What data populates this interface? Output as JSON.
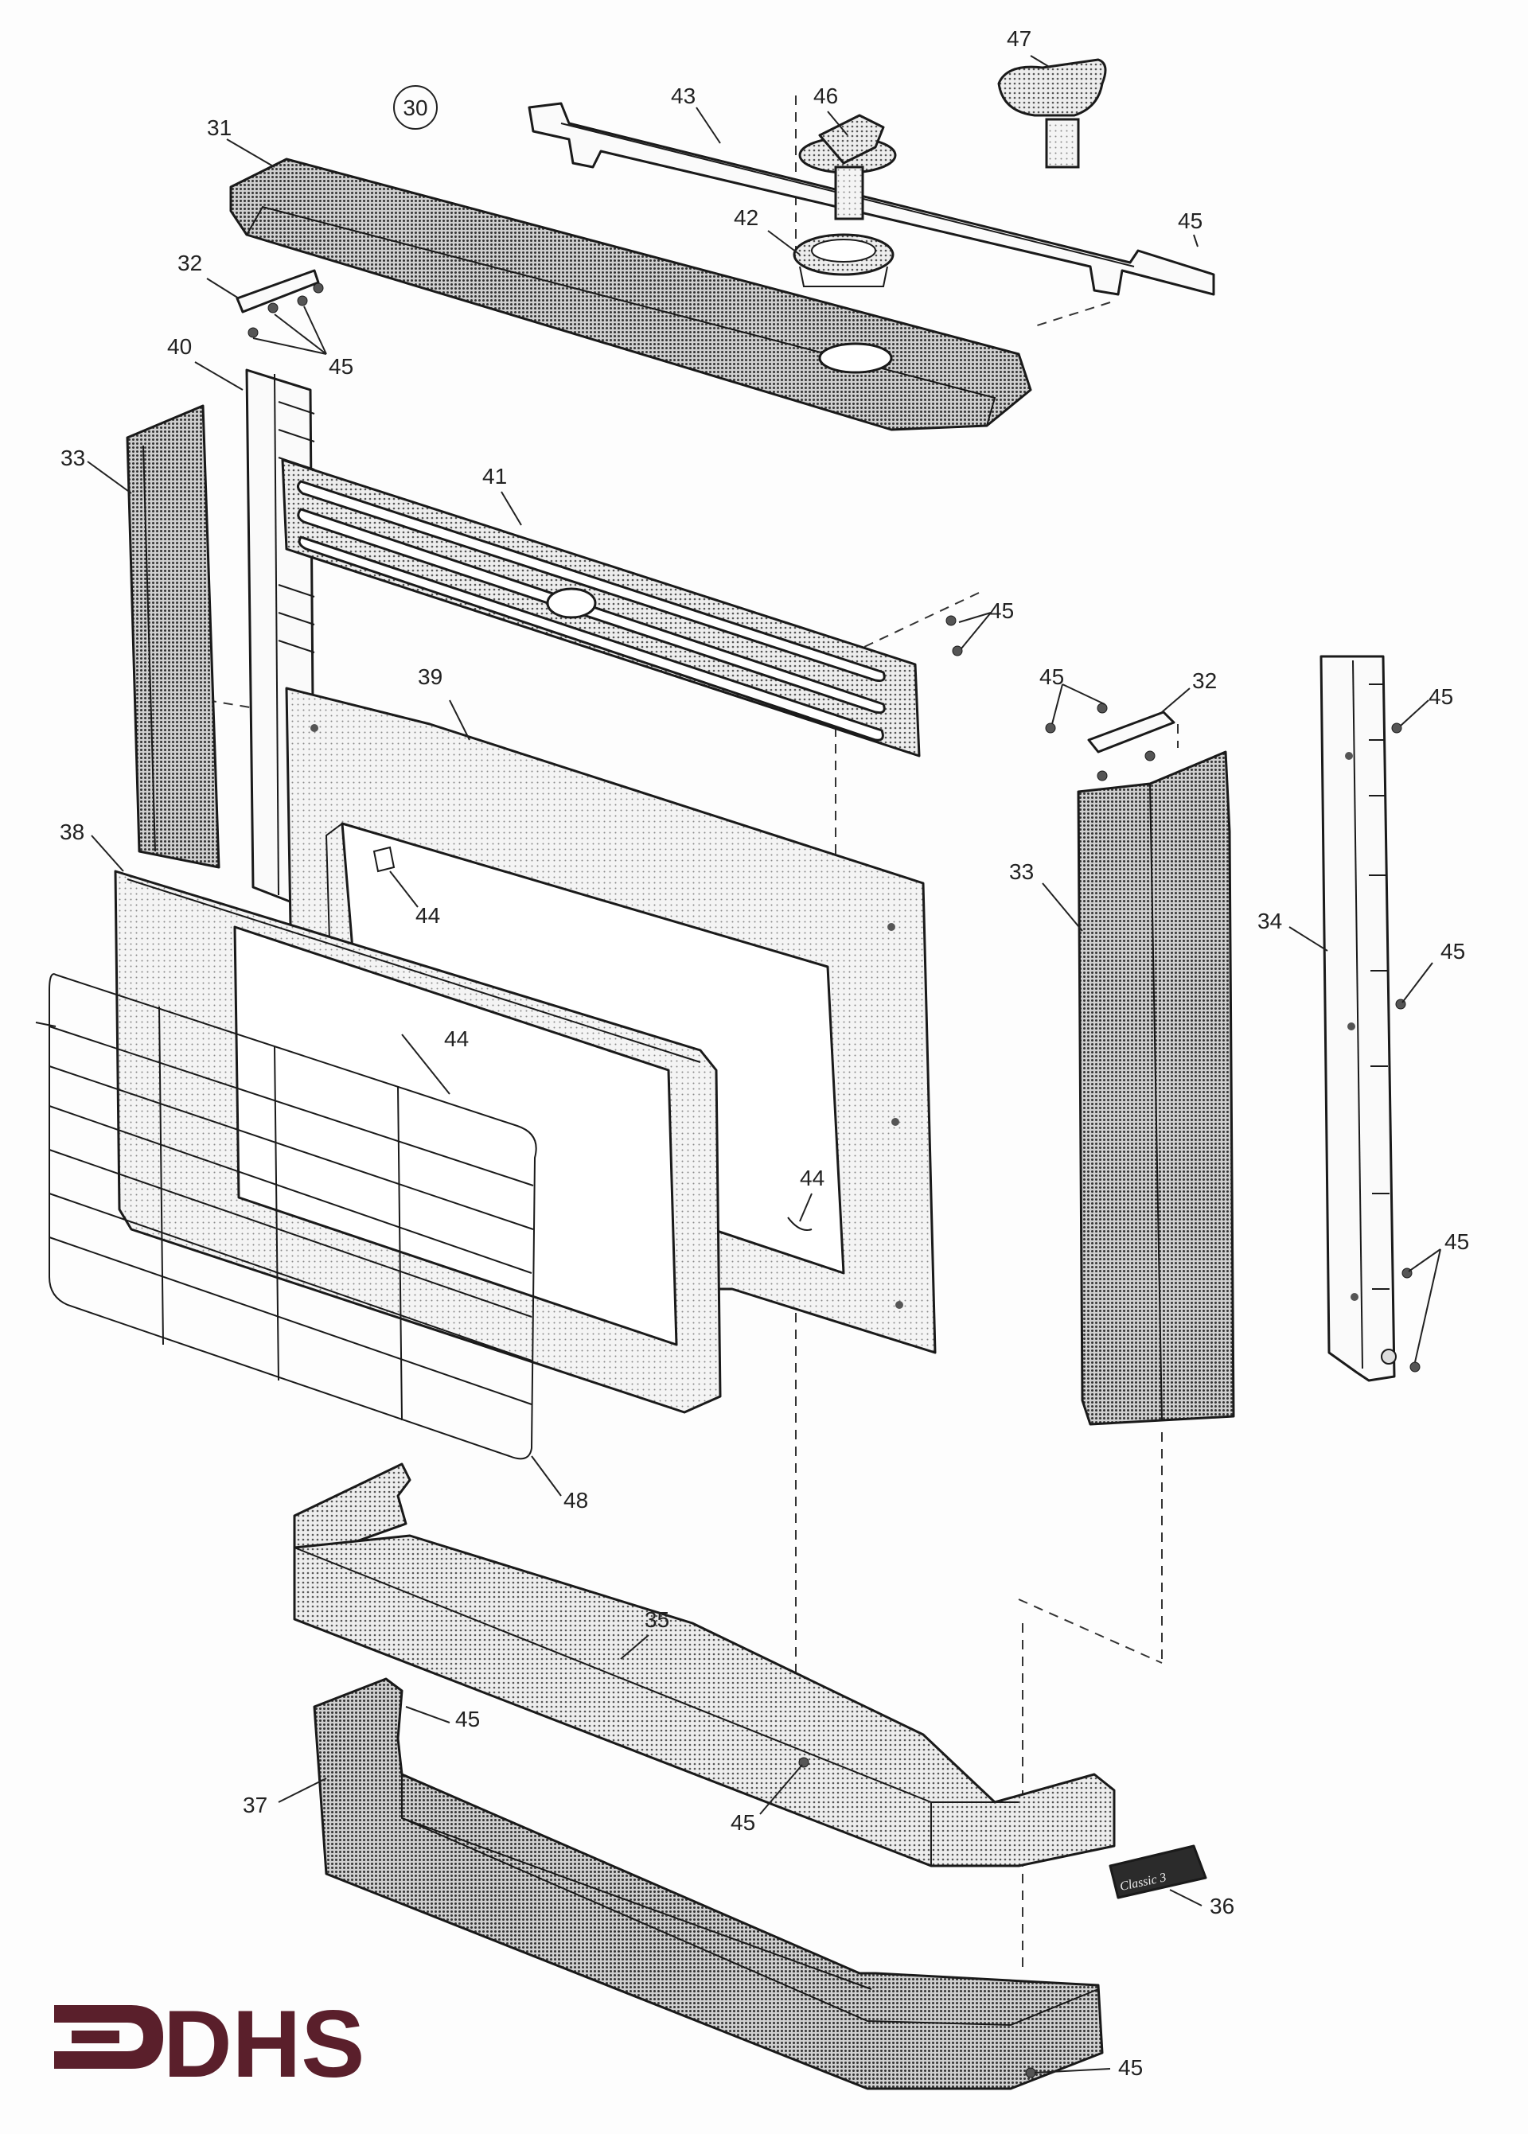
{
  "colors": {
    "brand": "#5a1f2b",
    "ink": "#1a1a1a",
    "paper": "#fdfdfd"
  },
  "logo": {
    "text": "DHS"
  },
  "reference_badge": {
    "label": "30"
  },
  "plate_36": {
    "text": "Classic 3"
  },
  "callouts": [
    {
      "id": "c31",
      "label": "31"
    },
    {
      "id": "c43",
      "label": "43"
    },
    {
      "id": "c46",
      "label": "46"
    },
    {
      "id": "c47",
      "label": "47"
    },
    {
      "id": "c42",
      "label": "42"
    },
    {
      "id": "c45a",
      "label": "45"
    },
    {
      "id": "c32a",
      "label": "32"
    },
    {
      "id": "c45b",
      "label": "45"
    },
    {
      "id": "c40",
      "label": "40"
    },
    {
      "id": "c33a",
      "label": "33"
    },
    {
      "id": "c41",
      "label": "41"
    },
    {
      "id": "c45c",
      "label": "45"
    },
    {
      "id": "c39",
      "label": "39"
    },
    {
      "id": "c45d",
      "label": "45"
    },
    {
      "id": "c32b",
      "label": "32"
    },
    {
      "id": "c45e",
      "label": "45"
    },
    {
      "id": "c38",
      "label": "38"
    },
    {
      "id": "c44a",
      "label": "44"
    },
    {
      "id": "c33b",
      "label": "33"
    },
    {
      "id": "c34",
      "label": "34"
    },
    {
      "id": "c45f",
      "label": "45"
    },
    {
      "id": "c44b",
      "label": "44"
    },
    {
      "id": "c44c",
      "label": "44"
    },
    {
      "id": "c45g",
      "label": "45"
    },
    {
      "id": "c48",
      "label": "48"
    },
    {
      "id": "c35",
      "label": "35"
    },
    {
      "id": "c45h",
      "label": "45"
    },
    {
      "id": "c37",
      "label": "37"
    },
    {
      "id": "c45i",
      "label": "45"
    },
    {
      "id": "c36",
      "label": "36"
    },
    {
      "id": "c45j",
      "label": "45"
    }
  ]
}
